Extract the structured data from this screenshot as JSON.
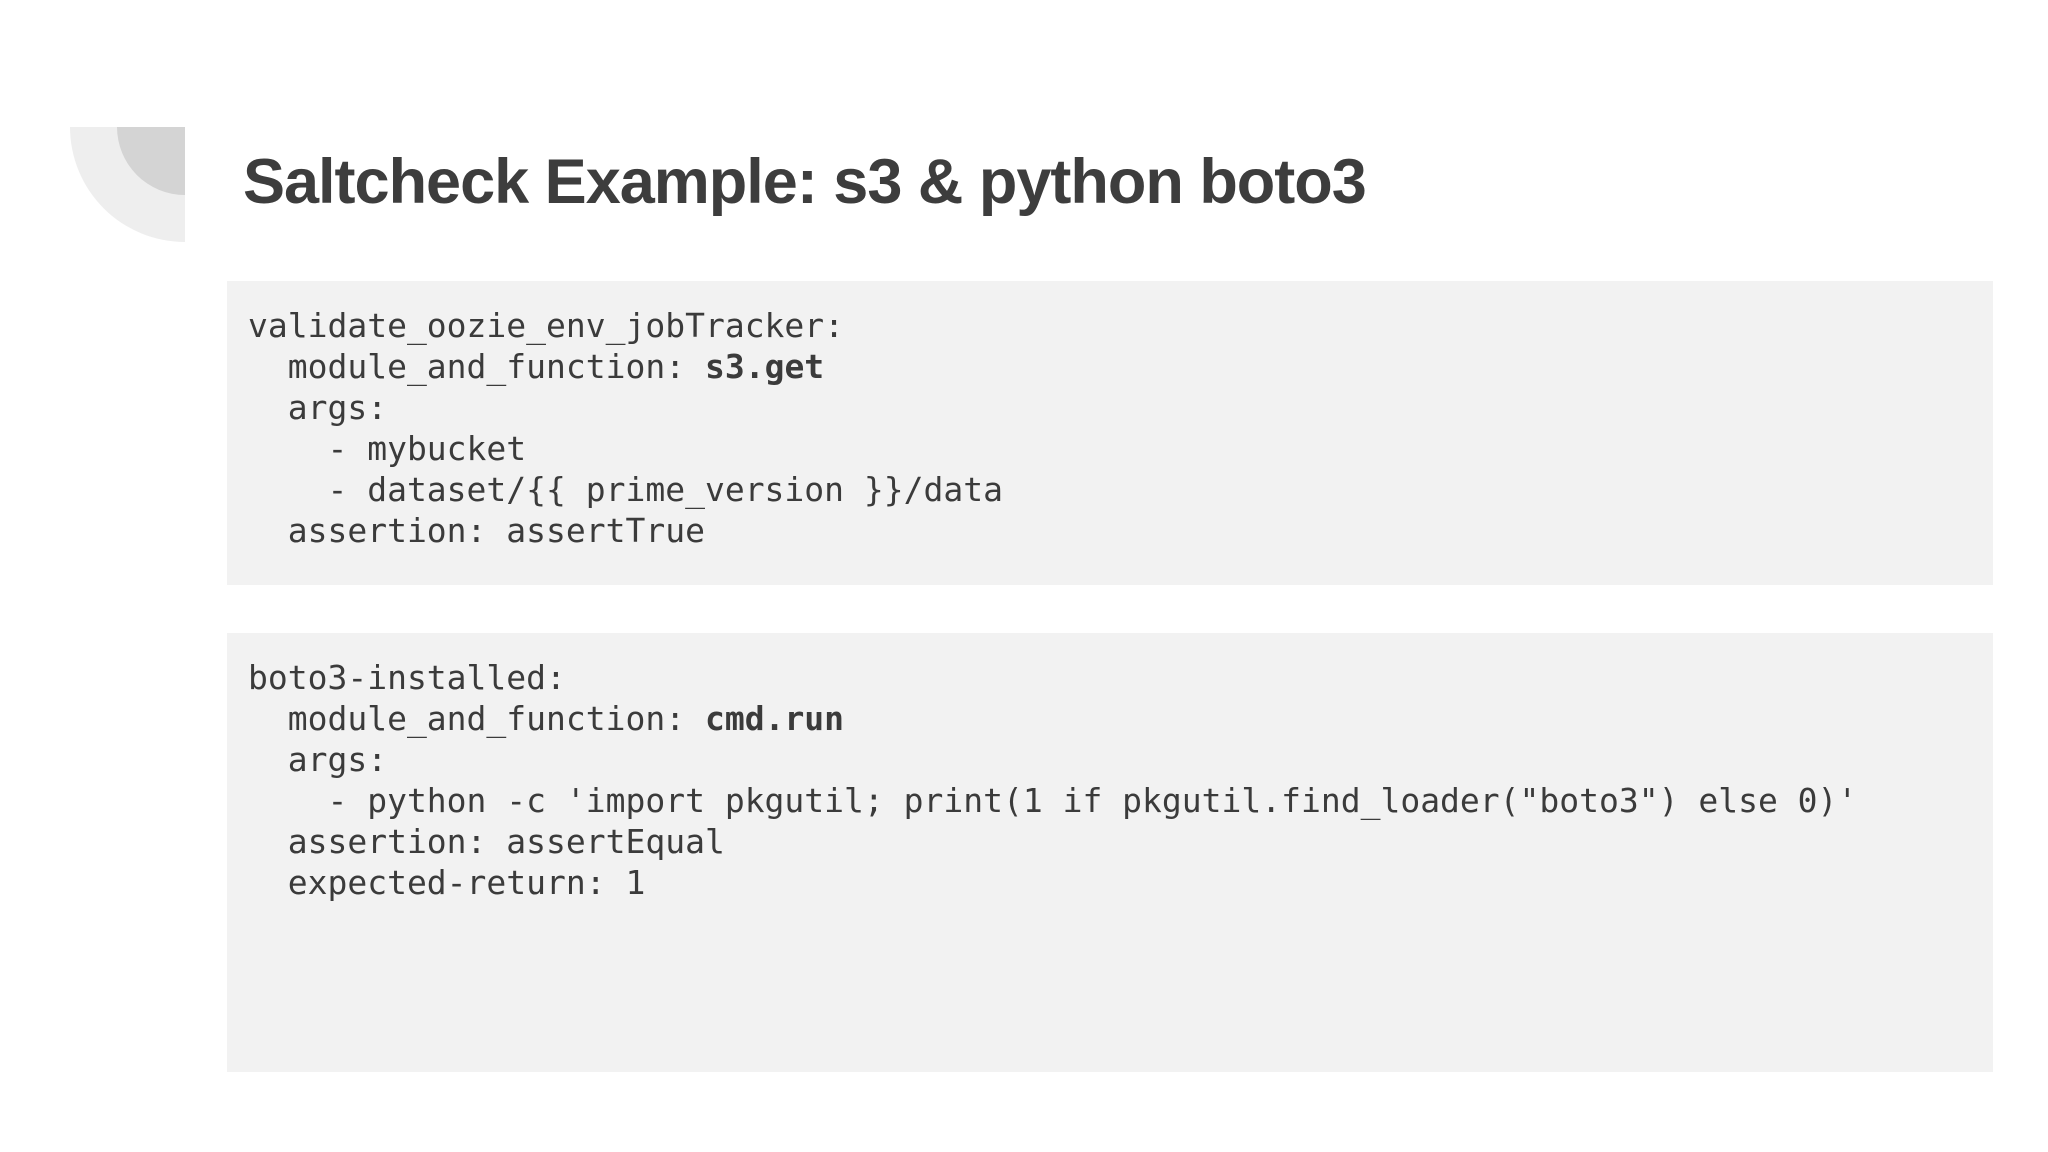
{
  "slide": {
    "title": "Saltcheck Example: s3 & python boto3"
  },
  "colors": {
    "background": "#ffffff",
    "title_text": "#3d3d3d",
    "code_text": "#3b3b3b",
    "code_block_background": "#f2f2f2",
    "corner_accent_outer": "#eeeeee",
    "corner_accent_inner": "#d4d4d4"
  },
  "code_blocks": [
    {
      "lines": [
        {
          "text": "validate_oozie_env_jobTracker:"
        },
        {
          "prefix": "  module_and_function: ",
          "bold": "s3.get"
        },
        {
          "text": "  args:"
        },
        {
          "text": "    - mybucket"
        },
        {
          "text": "    - dataset/{{ prime_version }}/data"
        },
        {
          "text": "  assertion: assertTrue"
        }
      ]
    },
    {
      "lines": [
        {
          "text": "boto3-installed:"
        },
        {
          "prefix": "  module_and_function: ",
          "bold": "cmd.run"
        },
        {
          "text": "  args:"
        },
        {
          "text": "    - python -c 'import pkgutil; print(1 if pkgutil.find_loader(\"boto3\") else 0)'"
        },
        {
          "text": "  assertion: assertEqual"
        },
        {
          "text": "  expected-return: 1"
        }
      ]
    }
  ]
}
